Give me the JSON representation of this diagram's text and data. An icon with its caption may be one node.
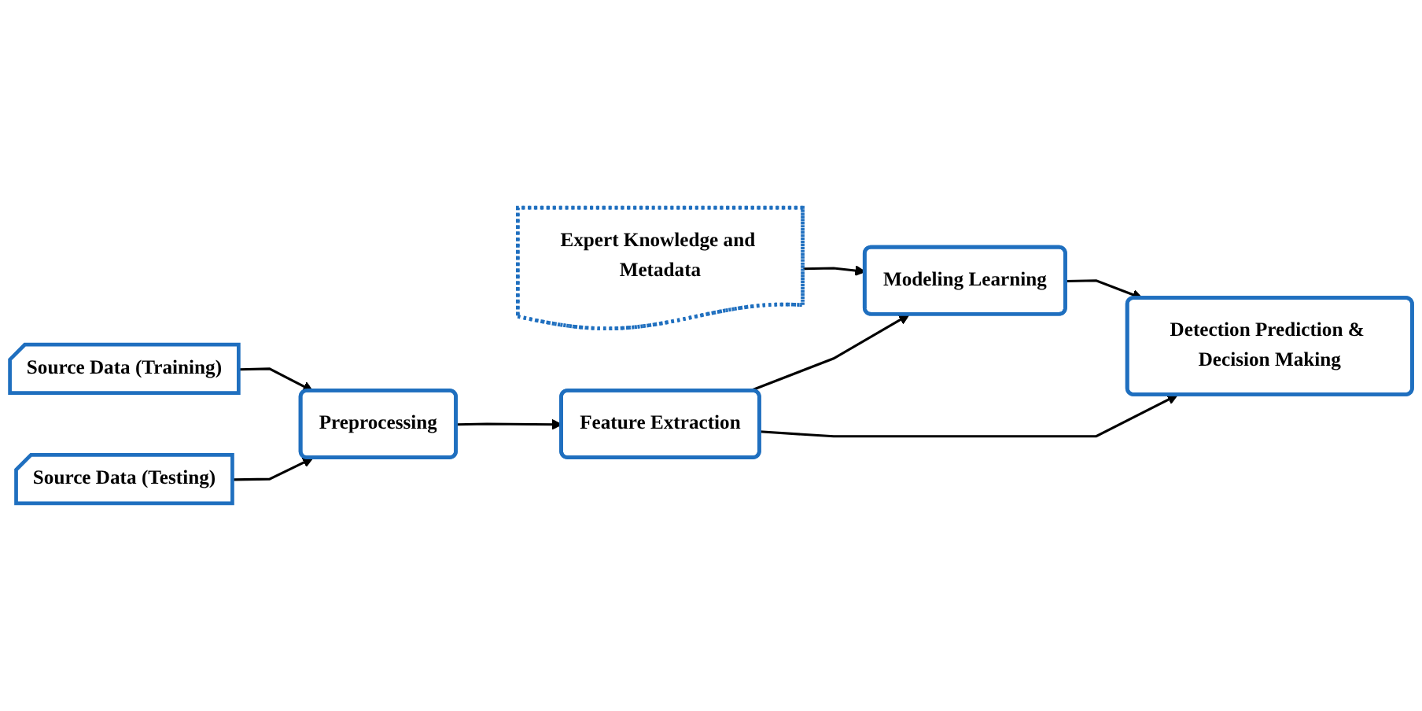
{
  "diagram": {
    "nodes": [
      {
        "text": [
          "Expert Knowledge and Metadata"
        ]
      },
      {
        "text": [
          "Modeling Learning"
        ]
      },
      {
        "text": [
          "Source Data (Training)"
        ]
      },
      {
        "text": [
          "Source Data (Testing)"
        ]
      },
      {
        "text": [
          "Preprocessing"
        ]
      },
      {
        "text": [
          "Feature Extraction"
        ]
      },
      {
        "text": [
          "Detection Prediction & Decision Making"
        ]
      }
    ],
    "edges": [
      {
        "from": 0,
        "to": 1,
        "arrow": "to"
      },
      {
        "from": 5,
        "to": 1,
        "arrow": "to"
      },
      {
        "from": 2,
        "to": 4,
        "arrow": "to"
      },
      {
        "from": 3,
        "to": 4,
        "arrow": "to"
      },
      {
        "from": 4,
        "to": 5,
        "arrow": "to"
      },
      {
        "from": 5,
        "to": 6,
        "arrow": "to"
      },
      {
        "from": 1,
        "to": 6,
        "arrow": "to"
      }
    ]
  }
}
